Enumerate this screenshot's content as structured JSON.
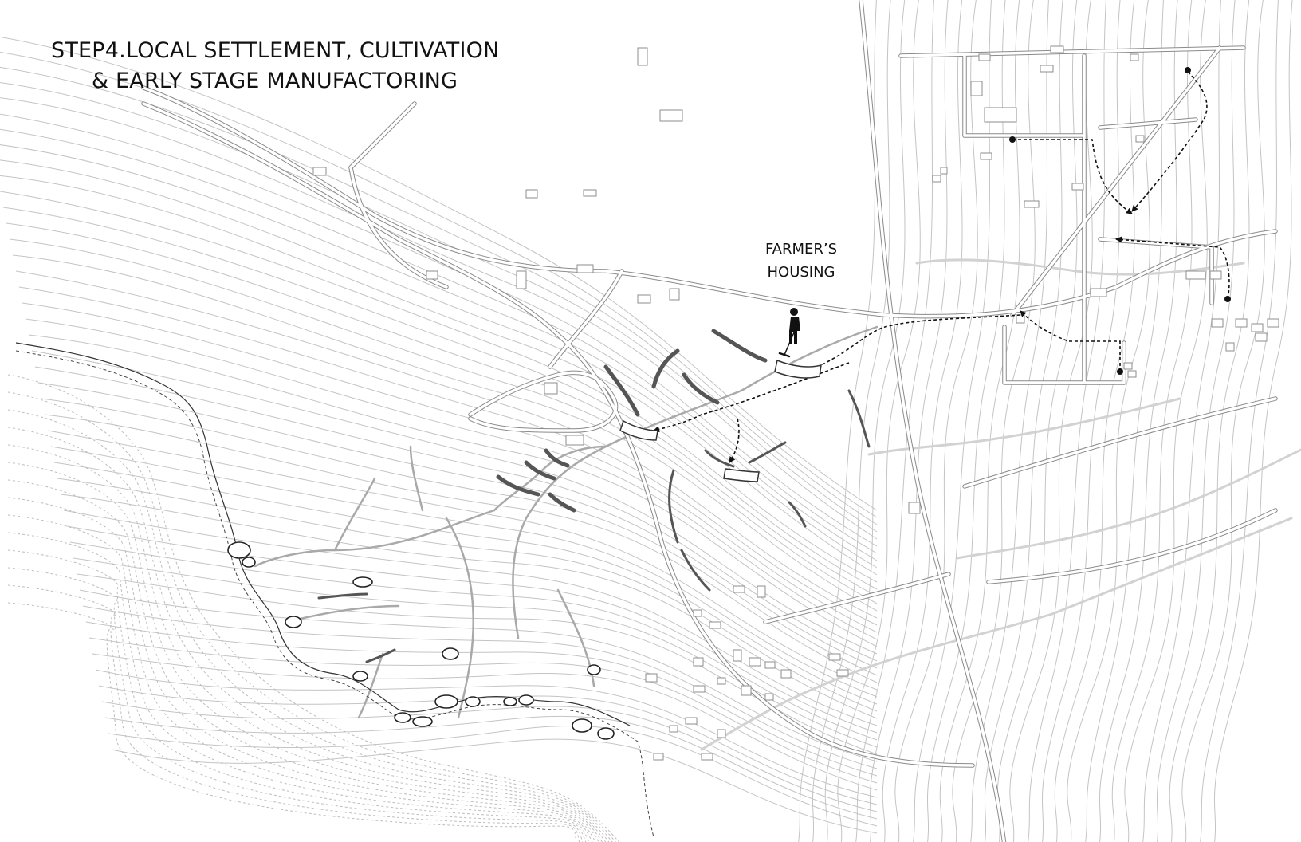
{
  "title": {
    "line1": "STEP4.LOCAL SETTLEMENT, CULTIVATION",
    "line2": "& EARLY STAGE MANUFACTORING"
  },
  "labels": {
    "farmers_housing_line1": "FARMER’S",
    "farmers_housing_line2": "HOUSING"
  },
  "icons": {
    "farmer": "farmer-figure-icon"
  },
  "colors": {
    "contour": "#c4c4c4",
    "road": "#8a8a8a",
    "text": "#111111",
    "terrace": "#555555"
  }
}
